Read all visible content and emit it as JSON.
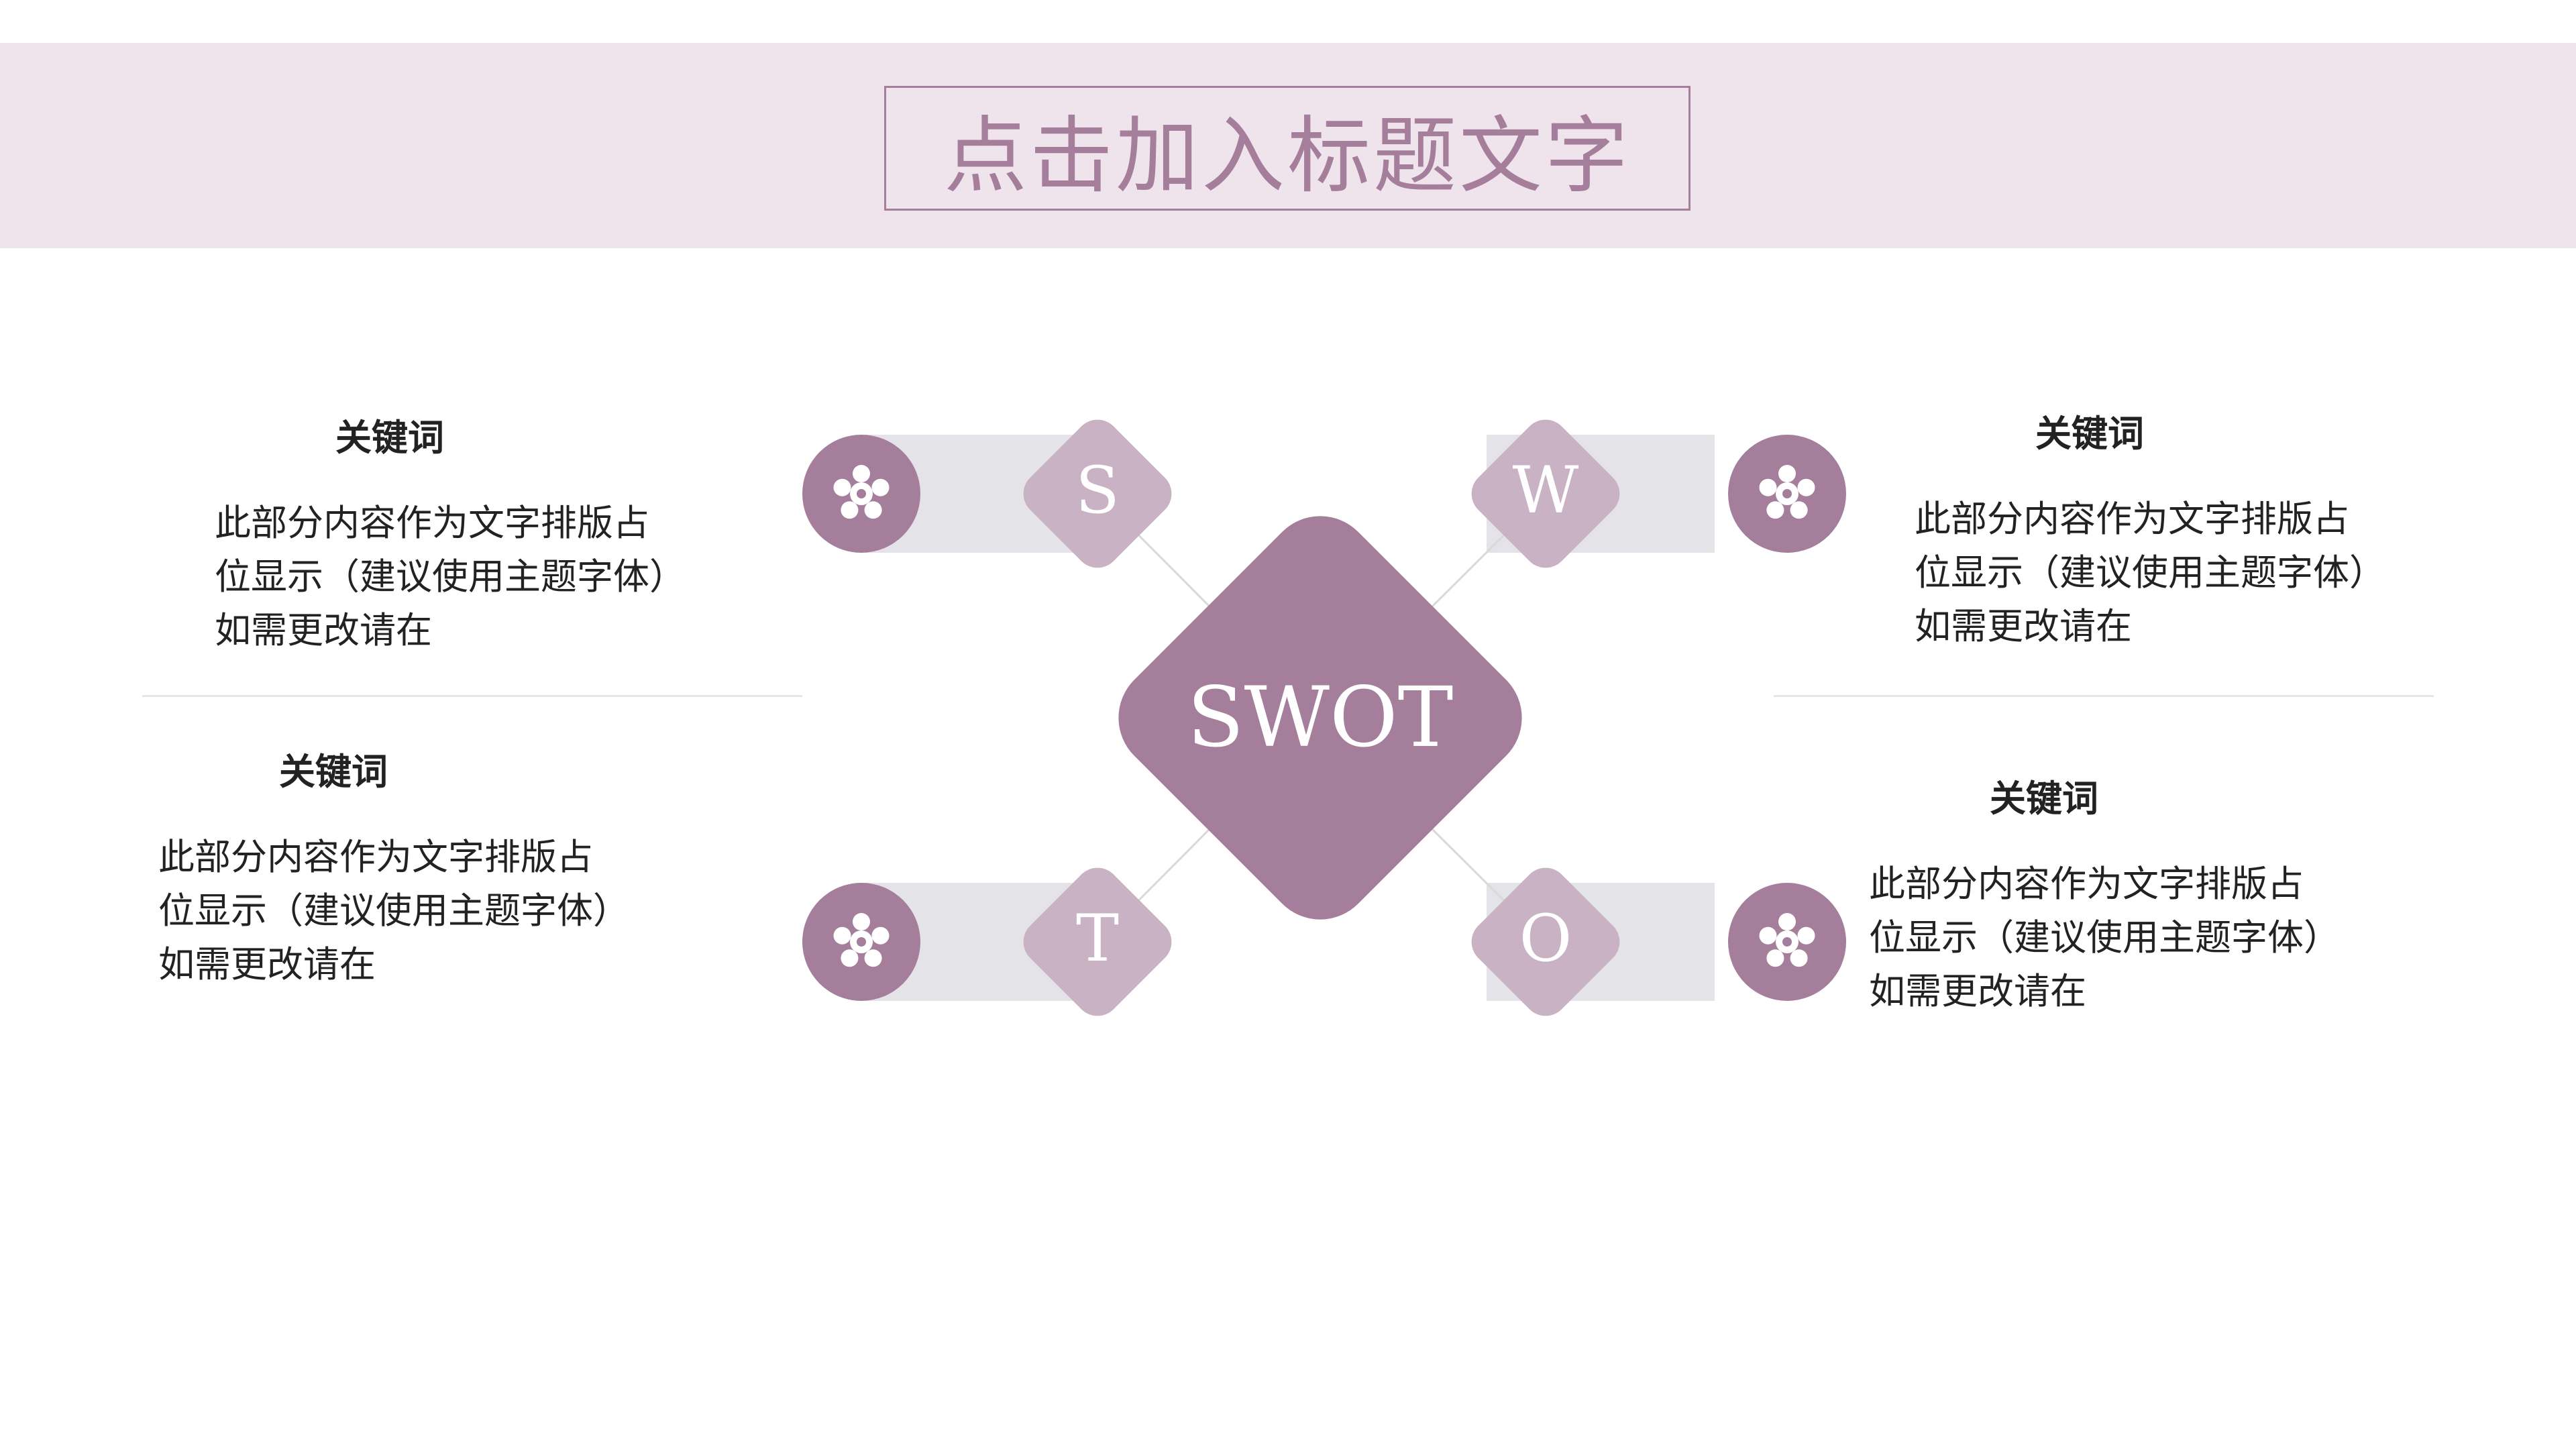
{
  "title": "点击加入标题文字",
  "center": {
    "label": "SWOT"
  },
  "colors": {
    "banner": "#f0e4ec",
    "accent": "#a57e9c",
    "diamond_light": "#c9b2c4",
    "connector_bar": "#e4e4e8",
    "text": "#222222",
    "white": "#ffffff"
  },
  "quadrants": [
    {
      "letter": "S",
      "icon": "flower-icon",
      "keyword": "关键词",
      "description": "此部分内容作为文字排版占位显示（建议使用主题字体）如需更改请在"
    },
    {
      "letter": "W",
      "icon": "flower-icon",
      "keyword": "关键词",
      "description": "此部分内容作为文字排版占位显示（建议使用主题字体）如需更改请在"
    },
    {
      "letter": "T",
      "icon": "flower-icon",
      "keyword": "关键词",
      "description": "此部分内容作为文字排版占位显示（建议使用主题字体）如需更改请在"
    },
    {
      "letter": "O",
      "icon": "flower-icon",
      "keyword": "关键词",
      "description": "此部分内容作为文字排版占位显示（建议使用主题字体）如需更改请在"
    }
  ]
}
